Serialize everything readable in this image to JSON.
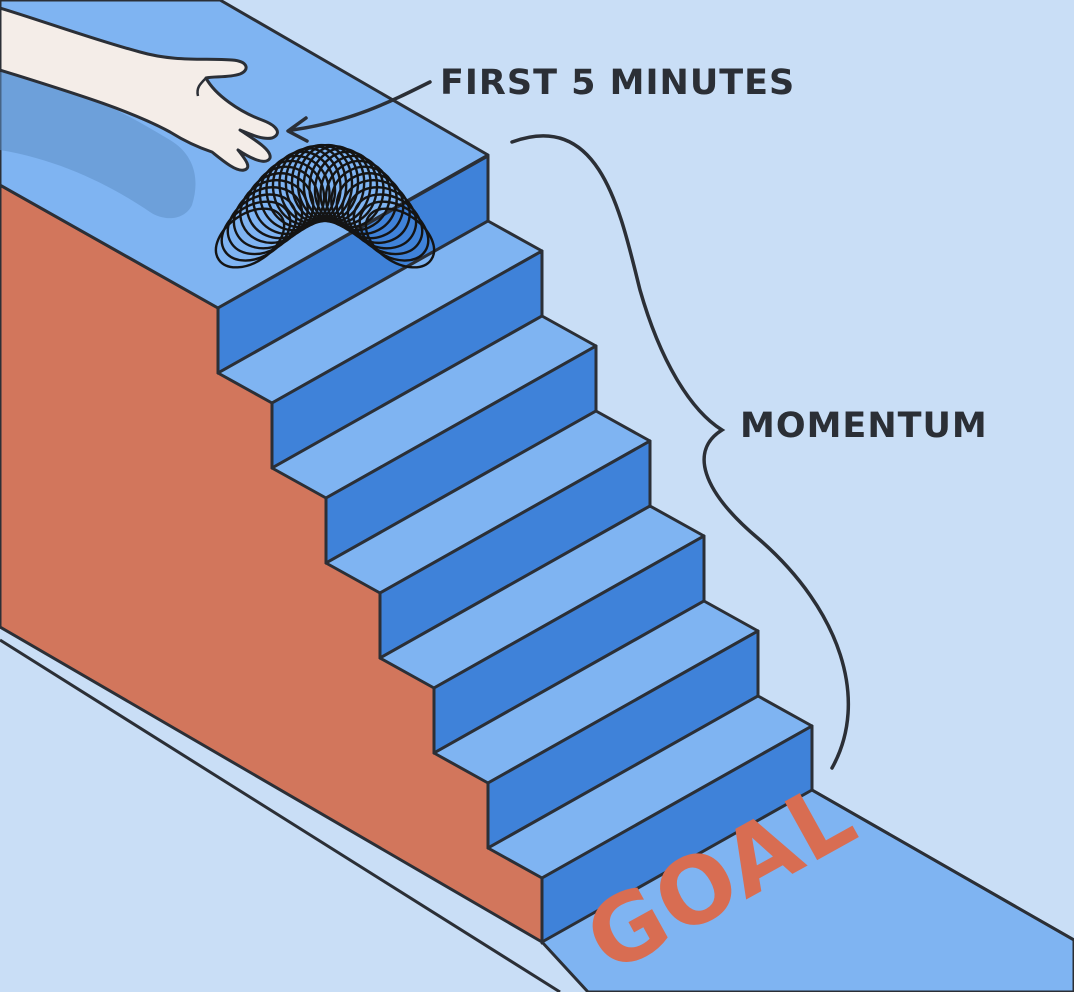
{
  "labels": {
    "first_minutes": "FIRST 5 MINUTES",
    "momentum": "MOMENTUM",
    "goal": "GOAL"
  },
  "colors": {
    "background": "#c9def6",
    "tread": "#7fb4f2",
    "riser": "#3f82d9",
    "side_wall": "#d2765c",
    "goal_text": "#d86d52",
    "ink": "#2b2f36",
    "spring": "#141414",
    "hand": "#f4ede8"
  },
  "icons": {
    "hand": "hand-icon",
    "spring": "slinky-spring-icon",
    "arrow": "curved-arrow-icon",
    "brace": "curly-brace-icon"
  }
}
